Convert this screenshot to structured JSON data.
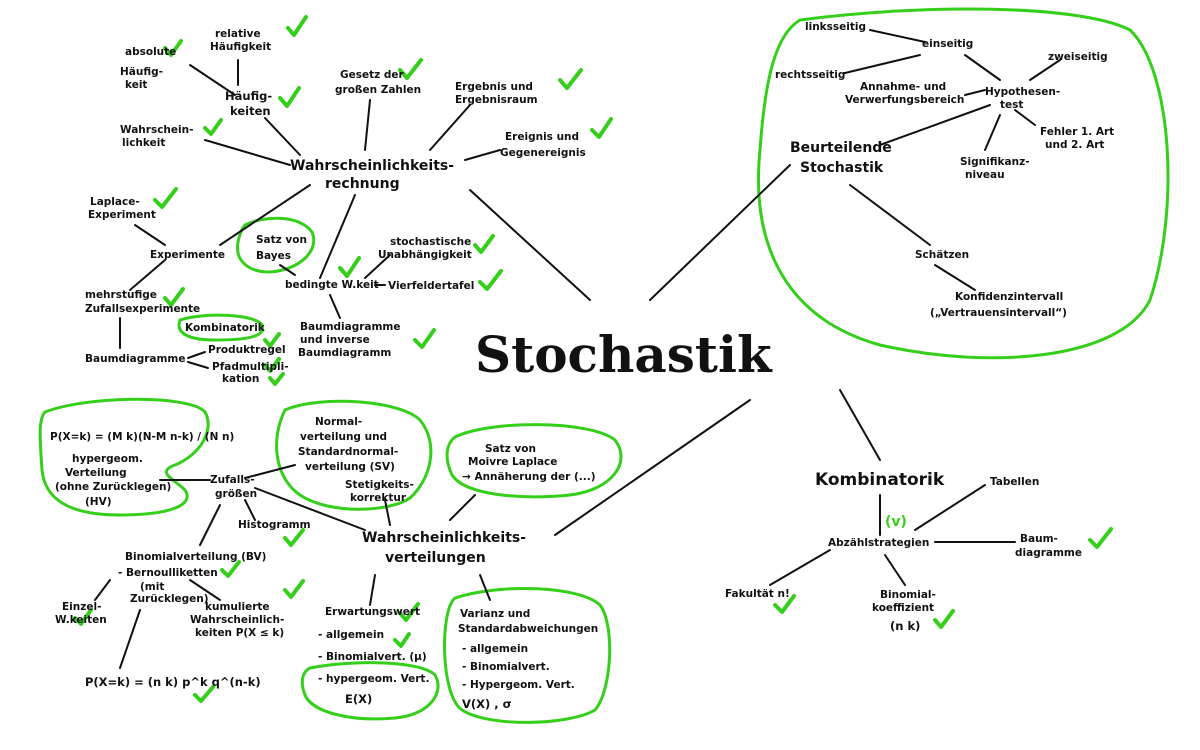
{
  "center": {
    "title": "Stochastik"
  },
  "colors": {
    "accent": "#35cf1b",
    "ink": "#111111",
    "background": "#ffffff"
  },
  "wahrscheinlichkeitsrechnung": {
    "title_line1": "Wahrscheinlichkeits-",
    "title_line2": "rechnung",
    "absolute": "absolute",
    "absolute_haeufigkeit_a": "Häufig-",
    "absolute_haeufigkeit_b": "keit",
    "relative_a": "relative",
    "relative_b": "Häufigkeit",
    "haeufigkeiten_a": "Häufig-",
    "haeufigkeiten_b": "keiten",
    "wahrscheinlichkeit_a": "Wahrschein-",
    "wahrscheinlichkeit_b": "lichkeit",
    "gesetz_a": "Gesetz der",
    "gesetz_b": "großen Zahlen",
    "ergebnis_a": "Ergebnis und",
    "ergebnis_b": "Ergebnisraum",
    "ereignis_a": "Ereignis und",
    "ereignis_b": "Gegenereignis",
    "laplace_a": "Laplace-",
    "laplace_b": "Experiment",
    "experimente": "Experimente",
    "mehrstufige_a": "mehrstufige",
    "mehrstufige_b": "Zufallsexperimente",
    "kombinatorik_small": "Kombinatorik",
    "baumdiagramme": "Baumdiagramme",
    "produktregel": "Produktregel",
    "pfadadditionsregel_a": "Pfadmultipli-",
    "pfadadditionsregel_b": "kation",
    "satz_bayes_a": "Satz von",
    "satz_bayes_b": "Bayes",
    "bedingte": "bedingte W.keit",
    "stoch_unabh_a": "stochastische",
    "stoch_unabh_b": "Unabhängigkeit",
    "vierfeldertafel": "Vierfeldertafel",
    "baum_a": "Baumdiagramme",
    "baum_b": "und inverse",
    "baum_c": "Baumdiagramm"
  },
  "beurteilende": {
    "title_line1": "Beurteilende",
    "title_line2": "Stochastik",
    "linksseitig": "linksseitig",
    "einseitig": "einseitig",
    "zweiseitig": "zweiseitig",
    "rechtsseitig": "rechtsseitig",
    "annahme_a": "Annahme- und",
    "annahme_b": "Verwerfungsbereich",
    "hypothesen_a": "Hypothesen-",
    "hypothesen_b": "test",
    "fehler_a": "Fehler 1. Art",
    "fehler_b": "und 2. Art",
    "signifikanz_a": "Signifikanz-",
    "signifikanz_b": "niveau",
    "schaetzen": "Schätzen",
    "konfidenz_a": "Konfidenzintervall",
    "konfidenz_b": "(„Vertrauensintervall“)"
  },
  "kombinatorik": {
    "title": "Kombinatorik",
    "tabellen": "Tabellen",
    "abzaehlstrategien": "Abzählstrategien",
    "vv": "(v)",
    "baum_a": "Baum-",
    "baum_b": "diagramme",
    "fakultaet": "Fakultät n!",
    "binomial_a": "Binomial-",
    "binomial_b": "koeffizient",
    "binomial_sym": "(n k)"
  },
  "verteilungen": {
    "title_line1": "Wahrscheinlichkeits-",
    "title_line2": "verteilungen",
    "zufallsgroessen_a": "Zufalls-",
    "zufallsgroessen_b": "größen",
    "hyper_formula": "P(X=k) = (M k)(N-M n-k) / (N n)",
    "hyper_a": "hypergeom.",
    "hyper_b": "Verteilung",
    "hyper_c": "(ohne Zurücklegen)",
    "hyper_d": "(HV)",
    "normal_a": "Normal-",
    "normal_b": "verteilung und",
    "normal_c": "Standardnormal-",
    "normal_d": "verteilung (SV)",
    "normal_e": "Stetigkeits-",
    "normal_f": "korrektur",
    "histogramm": "Histogramm",
    "satz_moivre_a": "Satz von",
    "satz_moivre_b": "Moivre Laplace",
    "satz_moivre_c": "→ Annäherung der (...)",
    "binomialverteilung": "Binomialverteilung (BV)",
    "bernoulli_a": "- Bernoulliketten",
    "bernoulli_b": "(mit",
    "bernoulli_c": "Zurücklegen)",
    "einzel_a": "Einzel-",
    "einzel_b": "W.keiten",
    "kumuliert_a": "kumulierte",
    "kumuliert_b": "Wahrscheinlich-",
    "kumuliert_c": "keiten P(X ≤ k)",
    "bin_formula": "P(X=k) = (n k) p^k q^(n-k)",
    "erwartungswert": "Erwartungswert",
    "allgemein": "- allgemein",
    "binomialvert": "- Binomialvert. (μ)",
    "hypergeom_vert": "- hypergeom. Vert.",
    "ex": "E(X)",
    "varianz_a": "Varianz und",
    "varianz_b": "Standardabweichungen",
    "v_allgemein": "- allgemein",
    "v_binomial": "- Binomialvert.",
    "v_hyper": "- Hypergeom. Vert.",
    "vx": "V(X) , σ"
  }
}
